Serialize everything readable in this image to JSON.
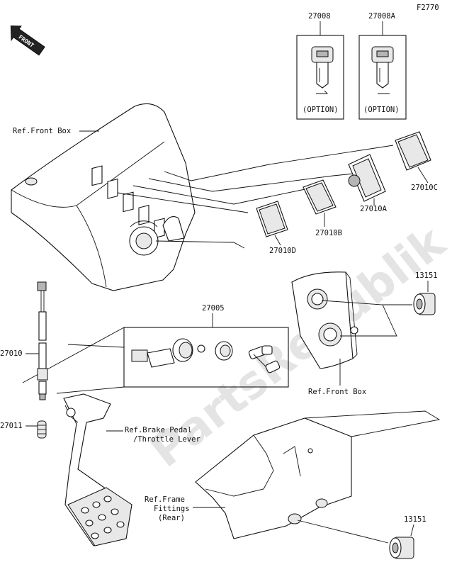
{
  "page_code": "F2770",
  "front_badge": "FRONT",
  "watermark": "PartsRepublik",
  "options": [
    {
      "part": "27008",
      "note": "(OPTION)"
    },
    {
      "part": "27008A",
      "note": "(OPTION)"
    }
  ],
  "labels": {
    "ref_front_box_top": "Ref.Front Box",
    "p27010C": "27010C",
    "p27010A": "27010A",
    "p27010B": "27010B",
    "p27010D": "27010D",
    "p13151_top": "13151",
    "p27005": "27005",
    "p27010": "27010",
    "p27011": "27011",
    "ref_front_box_mid": "Ref.Front Box",
    "ref_brake_1": "Ref.Brake Pedal",
    "ref_brake_2": "/Throttle Lever",
    "ref_frame_1": "Ref.Frame",
    "ref_frame_2": "Fittings",
    "ref_frame_3": "(Rear)",
    "p13151_bottom": "13151"
  }
}
